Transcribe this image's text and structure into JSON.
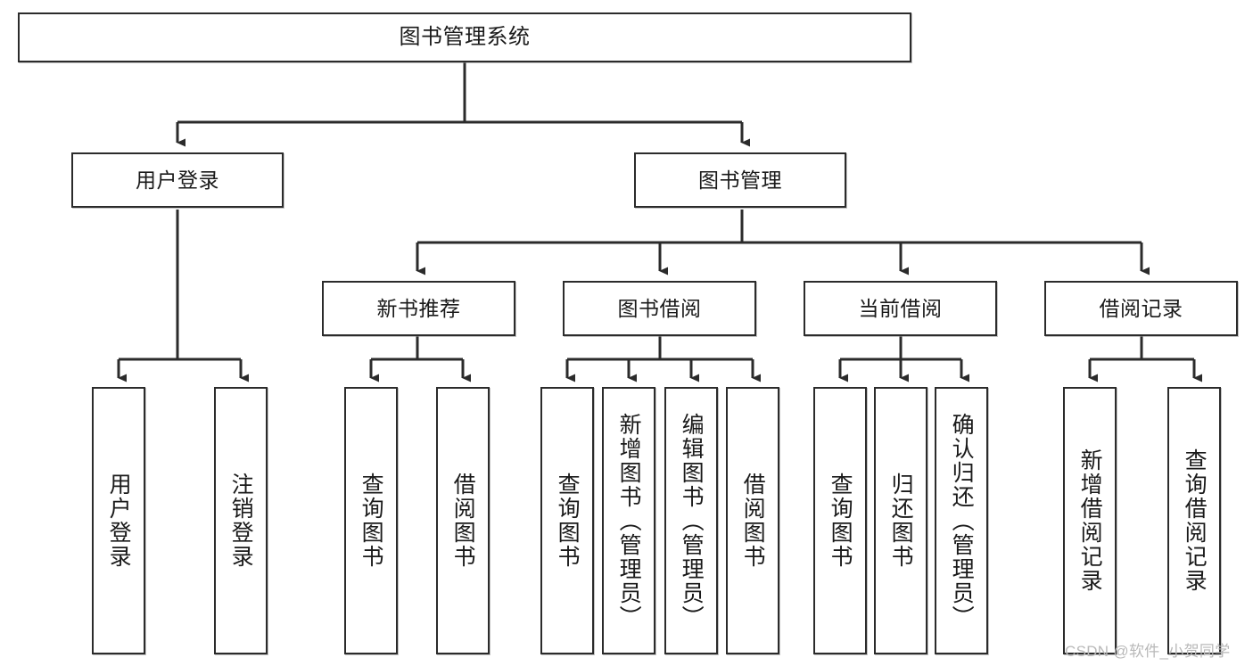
{
  "diagram": {
    "title": "图书管理系统",
    "type": "hierarchy-tree",
    "orientation": "top-down",
    "colors": {
      "box_border": "#2b2b2b",
      "box_fill": "#ffffff",
      "connector": "#2b2b2b",
      "text": "#1a1a1a",
      "watermark": "#b9b9b9",
      "background": "#ffffff"
    }
  },
  "nodes": {
    "root": {
      "label": "图书管理系统",
      "level": 1
    },
    "level2": [
      {
        "id": "user-login",
        "label": "用户登录"
      },
      {
        "id": "book-management",
        "label": "图书管理"
      }
    ],
    "level3": [
      {
        "id": "new-book-recommend",
        "label": "新书推荐"
      },
      {
        "id": "book-borrow",
        "label": "图书借阅"
      },
      {
        "id": "current-borrow",
        "label": "当前借阅"
      },
      {
        "id": "borrow-record",
        "label": "借阅记录"
      }
    ],
    "leaves": {
      "user-login": [
        {
          "id": "leaf-user-login",
          "label": "用户登录"
        },
        {
          "id": "leaf-logout-login",
          "label": "注销登录"
        }
      ],
      "new-book-recommend": [
        {
          "id": "leaf-query-book-1",
          "label": "查询图书"
        },
        {
          "id": "leaf-borrow-book-1",
          "label": "借阅图书"
        }
      ],
      "book-borrow": [
        {
          "id": "leaf-query-book-2",
          "label": "查询图书"
        },
        {
          "id": "leaf-add-book",
          "label": "新增图书（管理员）"
        },
        {
          "id": "leaf-edit-book",
          "label": "编辑图书（管理员）"
        },
        {
          "id": "leaf-borrow-book-2",
          "label": "借阅图书"
        }
      ],
      "current-borrow": [
        {
          "id": "leaf-query-book-3",
          "label": "查询图书"
        },
        {
          "id": "leaf-return-book",
          "label": "归还图书"
        },
        {
          "id": "leaf-confirm-return",
          "label": "确认归还（管理员）"
        }
      ],
      "borrow-record": [
        {
          "id": "leaf-add-record",
          "label": "新增借阅记录"
        },
        {
          "id": "leaf-query-record",
          "label": "查询借阅记录"
        }
      ]
    }
  },
  "watermark": {
    "text": "CSDN @软件_小贺同学"
  }
}
